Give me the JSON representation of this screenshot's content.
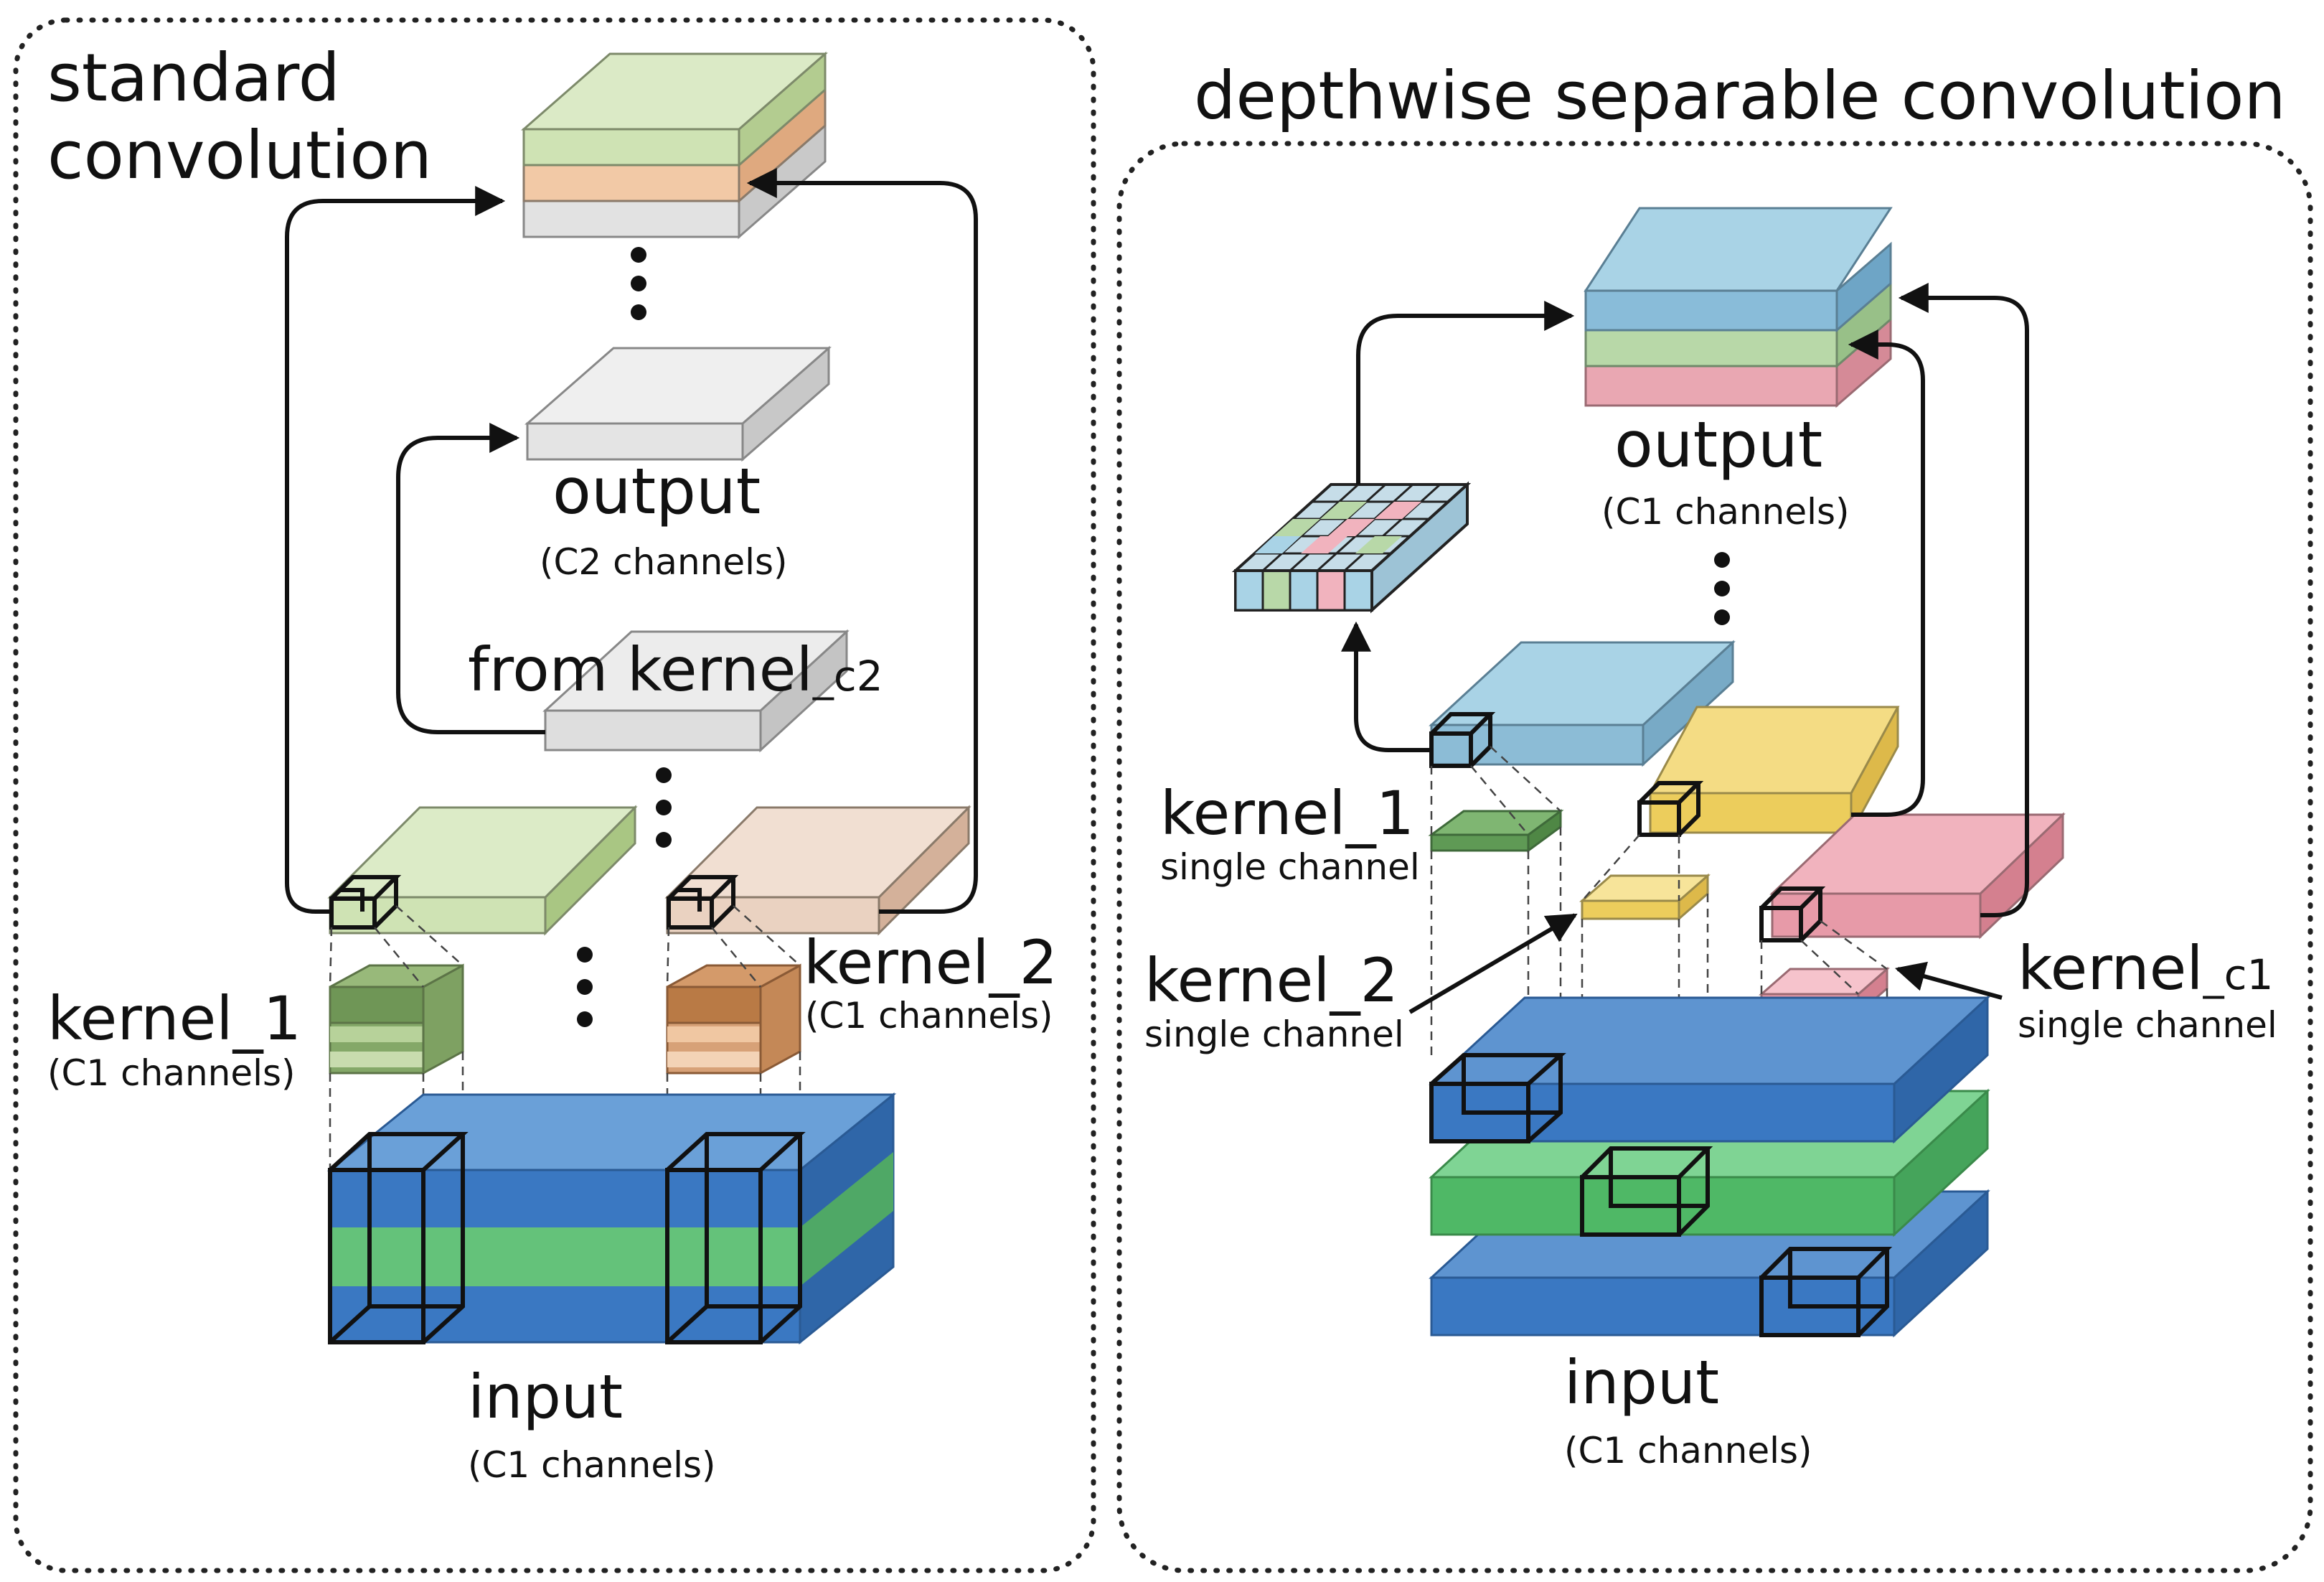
{
  "colors": {
    "green_light": "#cfe3b4",
    "orange_light": "#f2c9a6",
    "gray_light": "#e2e2e2",
    "blue_input": "#3a78c2",
    "green_input": "#64c27a",
    "blue_light": "#a9d3e6",
    "yellow": "#f4dc84",
    "pink": "#f1b3be",
    "kernel_green": "#6f9656",
    "kernel_orange": "#b97a45"
  },
  "left_panel": {
    "title_line1": "standard",
    "title_line2": "convolution",
    "output_label": "output",
    "output_sub": "(C2 channels)",
    "from_kernel_text": "from kernel",
    "from_kernel_sub": "_c2",
    "kernel1_label": "kernel_1",
    "kernel1_sub": "(C1 channels)",
    "kernel2_label": "kernel_2",
    "kernel2_sub": "(C1 channels)",
    "input_label": "input",
    "input_sub": "(C1 channels)"
  },
  "right_panel": {
    "title": "depthwise separable convolution",
    "output_label": "output",
    "output_sub": "(C1 channels)",
    "kernel1_label": "kernel_1",
    "kernel1_sub": "single channel",
    "kernel2_label": "kernel_2",
    "kernel2_sub": "single channel",
    "kernelc1_label": "kernel",
    "kernelc1_suffix": "_c1",
    "kernelc1_sub": "single channel",
    "input_label": "input",
    "input_sub": "(C1 channels)"
  }
}
